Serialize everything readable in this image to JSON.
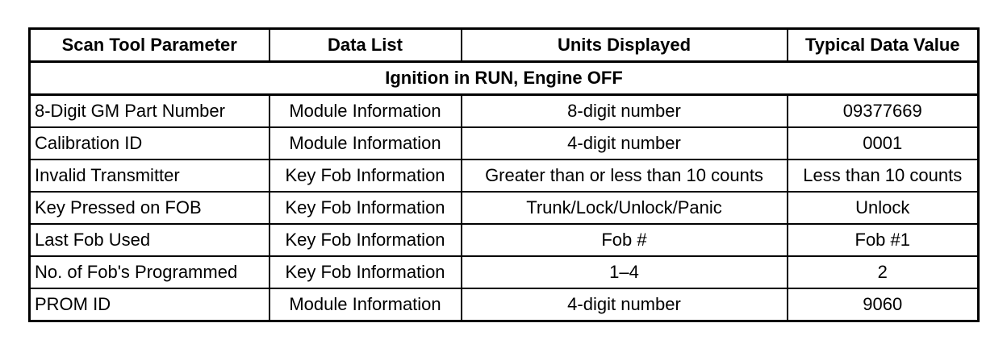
{
  "table": {
    "headers": [
      "Scan Tool Parameter",
      "Data List",
      "Units Displayed",
      "Typical Data Value"
    ],
    "section_label": "Ignition in RUN, Engine OFF",
    "rows": [
      [
        "8-Digit GM Part Number",
        "Module Information",
        "8-digit number",
        "09377669"
      ],
      [
        "Calibration ID",
        "Module Information",
        "4-digit number",
        "0001"
      ],
      [
        "Invalid Transmitter",
        "Key Fob Information",
        "Greater than or less than 10 counts",
        "Less than 10 counts"
      ],
      [
        "Key Pressed on FOB",
        "Key Fob Information",
        "Trunk/Lock/Unlock/Panic",
        "Unlock"
      ],
      [
        "Last Fob Used",
        "Key Fob Information",
        "Fob #",
        "Fob #1"
      ],
      [
        "No. of Fob's Programmed",
        "Key Fob Information",
        "1–4",
        "2"
      ],
      [
        "PROM ID",
        "Module Information",
        "4-digit number",
        "9060"
      ]
    ]
  }
}
